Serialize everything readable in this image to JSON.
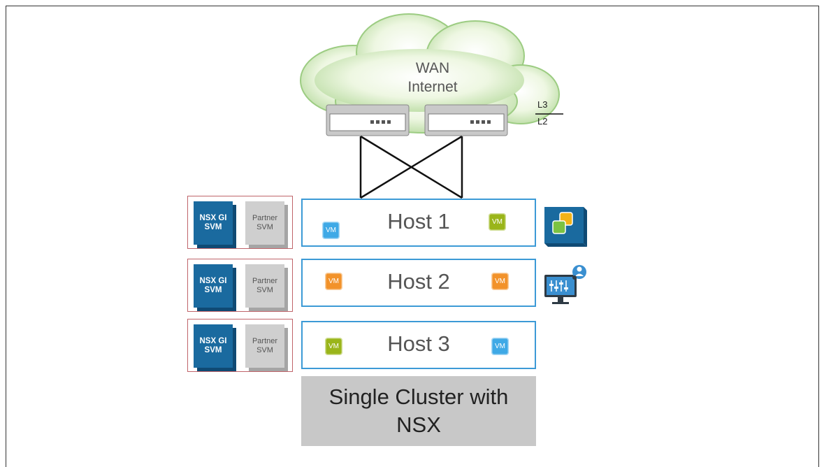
{
  "cloud": {
    "line1": "WAN",
    "line2": "Internet"
  },
  "layers": {
    "upper": "L3",
    "lower": "L2"
  },
  "svm": {
    "nsx": "NSX GI SVM",
    "partner": "Partner SVM"
  },
  "hosts": [
    {
      "label": "Host 1",
      "vm_left": {
        "text": "VM",
        "color": "#3fa9e6"
      },
      "vm_right": {
        "text": "VM",
        "color": "#9ab51a"
      }
    },
    {
      "label": "Host 2",
      "vm_left": {
        "text": "VM",
        "color": "#f2922a"
      },
      "vm_right": {
        "text": "VM",
        "color": "#f2922a"
      }
    },
    {
      "label": "Host 3",
      "vm_left": {
        "text": "VM",
        "color": "#9ab51a"
      },
      "vm_right": {
        "text": "VM",
        "color": "#3fa9e6"
      }
    }
  ],
  "cluster": {
    "line1": "Single Cluster with",
    "line2": "NSX"
  },
  "icons": [
    "vcenter-icon",
    "admin-console-icon"
  ],
  "colors": {
    "host_border": "#3c9ad6",
    "svm_border": "#c0646a",
    "nsx_svm": "#1a6a9f",
    "cluster_bg": "#c8c8c8"
  }
}
